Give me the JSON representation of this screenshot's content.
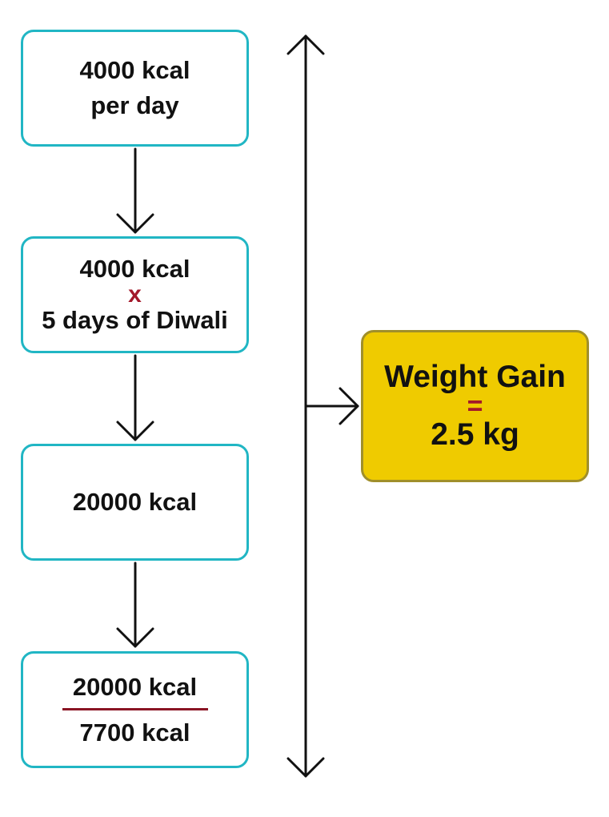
{
  "steps": [
    {
      "line1": "4000 kcal",
      "line2": "per day"
    },
    {
      "line1": "4000 kcal",
      "operator": "x",
      "line2": "5 days of Diwali"
    },
    {
      "line1": "20000 kcal"
    },
    {
      "numerator": "20000 kcal",
      "denominator": "7700 kcal"
    }
  ],
  "result": {
    "label": "Weight Gain",
    "operator": "=",
    "value": "2.5 kg"
  },
  "colors": {
    "box_border": "#21b6c4",
    "result_fill": "#efcb00",
    "result_border": "#a08f2a",
    "operator_red": "#a3182a",
    "arrow": "#111111"
  }
}
